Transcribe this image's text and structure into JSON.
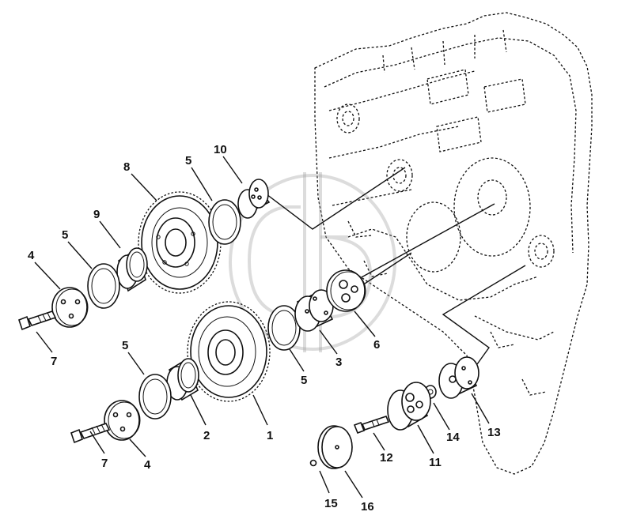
{
  "diagram": {
    "callouts": [
      {
        "id": "c1",
        "text": "1",
        "part": "camshaft-gear-lower"
      },
      {
        "id": "c2",
        "text": "2",
        "part": "bushing-lower"
      },
      {
        "id": "c3",
        "text": "3",
        "part": "hub-middle"
      },
      {
        "id": "c4a",
        "text": "4",
        "part": "retainer-plate-upper"
      },
      {
        "id": "c4b",
        "text": "4",
        "part": "retainer-plate-lower"
      },
      {
        "id": "c5a",
        "text": "5",
        "part": "washer-upper-left"
      },
      {
        "id": "c5b",
        "text": "5",
        "part": "washer-upper"
      },
      {
        "id": "c5c",
        "text": "5",
        "part": "washer-lower-left"
      },
      {
        "id": "c5d",
        "text": "5",
        "part": "washer-middle"
      },
      {
        "id": "c6",
        "text": "6",
        "part": "plate-three-hole"
      },
      {
        "id": "c7a",
        "text": "7",
        "part": "capscrew-upper"
      },
      {
        "id": "c7b",
        "text": "7",
        "part": "capscrew-lower"
      },
      {
        "id": "c8",
        "text": "8",
        "part": "idler-gear-upper"
      },
      {
        "id": "c9",
        "text": "9",
        "part": "bushing-upper"
      },
      {
        "id": "c10",
        "text": "10",
        "part": "shaft-upper"
      },
      {
        "id": "c11",
        "text": "11",
        "part": "hub-lower"
      },
      {
        "id": "c12",
        "text": "12",
        "part": "capscrew-small"
      },
      {
        "id": "c13",
        "text": "13",
        "part": "adapter-hub"
      },
      {
        "id": "c14",
        "text": "14",
        "part": "nut"
      },
      {
        "id": "c15",
        "text": "15",
        "part": "o-ring"
      },
      {
        "id": "c16",
        "text": "16",
        "part": "cover-disc"
      }
    ],
    "colors": {
      "ink": "#111111",
      "watermark": "#9a9a9a",
      "background": "#ffffff"
    },
    "icons": {
      "watermark": "gb-logo-watermark-icon"
    }
  }
}
